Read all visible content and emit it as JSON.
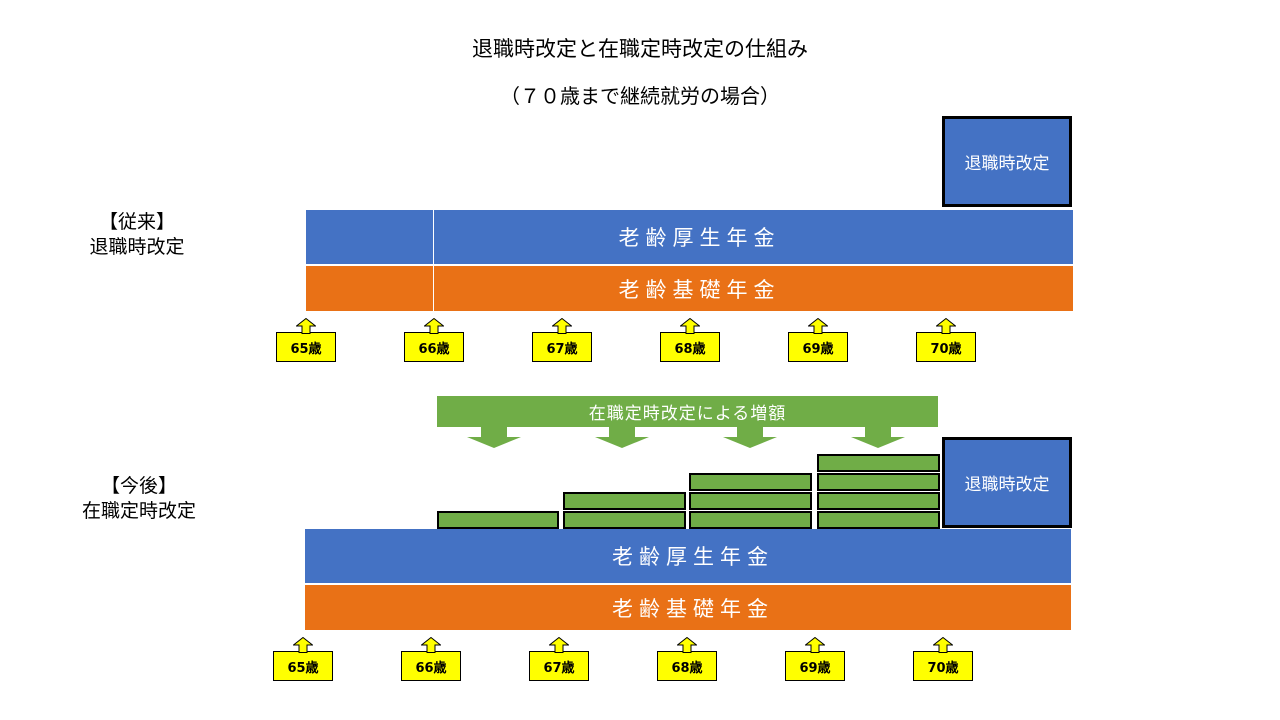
{
  "title": "退職時改定と在職定時改定の仕組み",
  "subtitle": "（７０歳まで継続就労の場合）",
  "before": {
    "label_line1": "【従来】",
    "label_line2": "退職時改定",
    "kosei_label": "老齢厚生年金",
    "kiso_label": "老齢基礎年金",
    "retire_label": "退職時改定"
  },
  "after": {
    "label_line1": "【今後】",
    "label_line2": "在職定時改定",
    "increase_label": "在職定時改定による増額",
    "kosei_label": "老齢厚生年金",
    "kiso_label": "老齢基礎年金",
    "retire_label": "退職時改定"
  },
  "ages": [
    "65歳",
    "66歳",
    "67歳",
    "68歳",
    "69歳",
    "70歳"
  ],
  "colors": {
    "kosei": "#4472c4",
    "kiso": "#e97116",
    "increase": "#70ad47",
    "age_marker": "#ffff00"
  }
}
